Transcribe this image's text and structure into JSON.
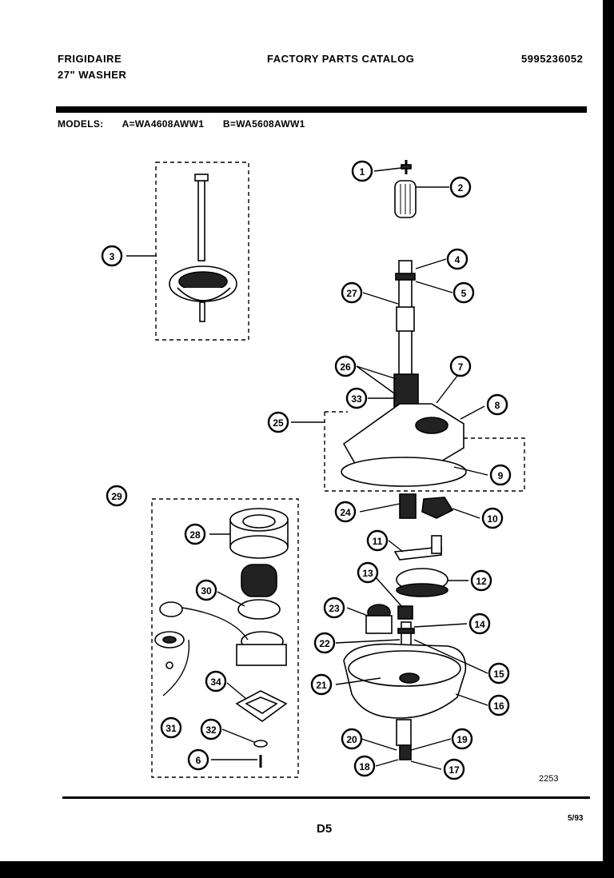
{
  "header": {
    "brand": "FRIGIDAIRE",
    "product": "27\" WASHER",
    "catalog_title": "FACTORY PARTS CATALOG",
    "publication_number": "5995236052"
  },
  "models": {
    "label": "MODELS:",
    "a": "A=WA4608AWW1",
    "b": "B=WA5608AWW1"
  },
  "callouts": [
    "1",
    "2",
    "3",
    "4",
    "5",
    "27",
    "26",
    "7",
    "33",
    "8",
    "25",
    "9",
    "28",
    "24",
    "10",
    "11",
    "29",
    "13",
    "12",
    "30",
    "23",
    "14",
    "22",
    "15",
    "21",
    "34",
    "16",
    "31",
    "32",
    "20",
    "19",
    "6",
    "18",
    "17"
  ],
  "footer": {
    "figure_number": "2253",
    "page_code": "D5",
    "date": "5/93"
  }
}
